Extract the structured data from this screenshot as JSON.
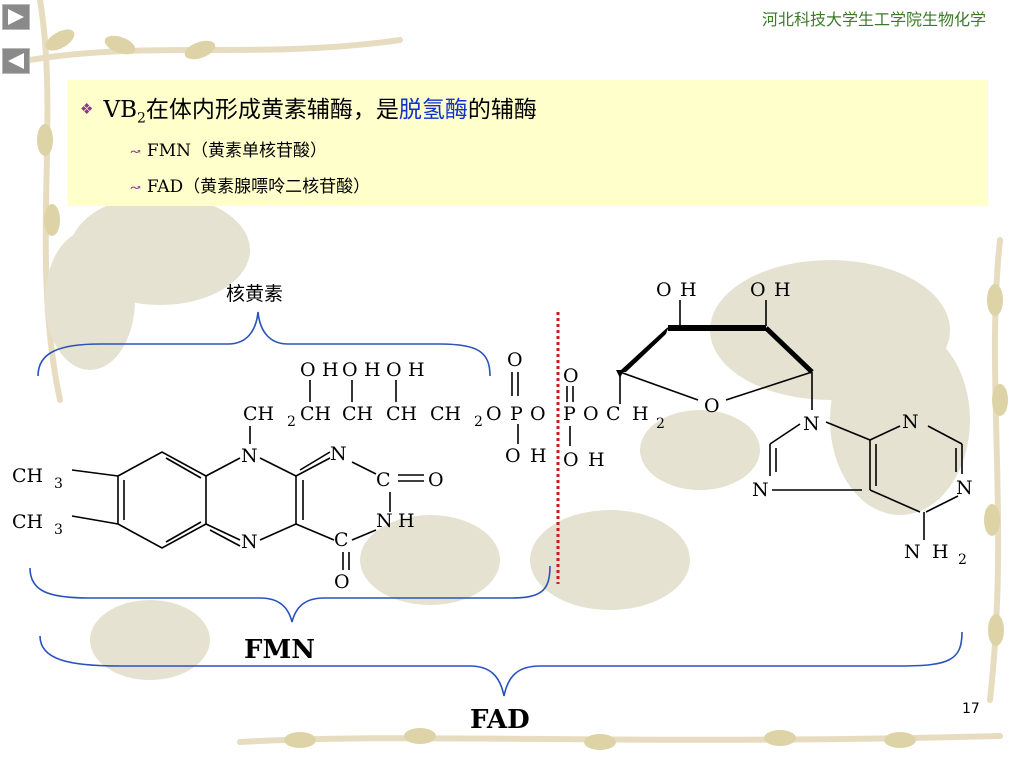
{
  "header": {
    "title": "河北科技大学生工学院生物化学"
  },
  "nav": {
    "next_icon": "play-right-icon",
    "prev_icon": "play-left-icon"
  },
  "bullets": {
    "main_pre": "VB",
    "main_sub": "2",
    "main_mid": "在体内形成黄素辅酶，是",
    "main_hl": "脱氢酶",
    "main_post": "的辅酶",
    "items": [
      "FMN（黄素单核苷酸）",
      "FAD（黄素腺嘌呤二核苷酸）"
    ]
  },
  "labels": {
    "riboflavin": "核黄素",
    "fmn": "FMN",
    "fad": "FAD"
  },
  "page_number": "17",
  "colors": {
    "highlight": "#1030d0",
    "brace": "#2a52be",
    "divider": "#d01818",
    "bullet_bg": "#ffffcc"
  }
}
